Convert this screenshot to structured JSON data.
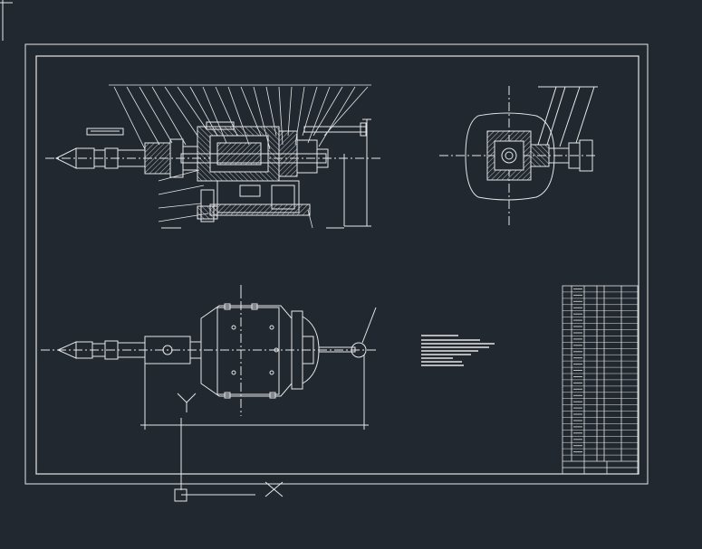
{
  "colors": {
    "background": "#212830",
    "line": "#e6e6e6",
    "dim_line": "#c8c8c8"
  },
  "drawing": {
    "views": [
      {
        "name": "section-view"
      },
      {
        "name": "side-view"
      },
      {
        "name": "plan-view"
      }
    ],
    "ucs_icon": {
      "axis_x": "X",
      "axis_y": "Y"
    }
  }
}
